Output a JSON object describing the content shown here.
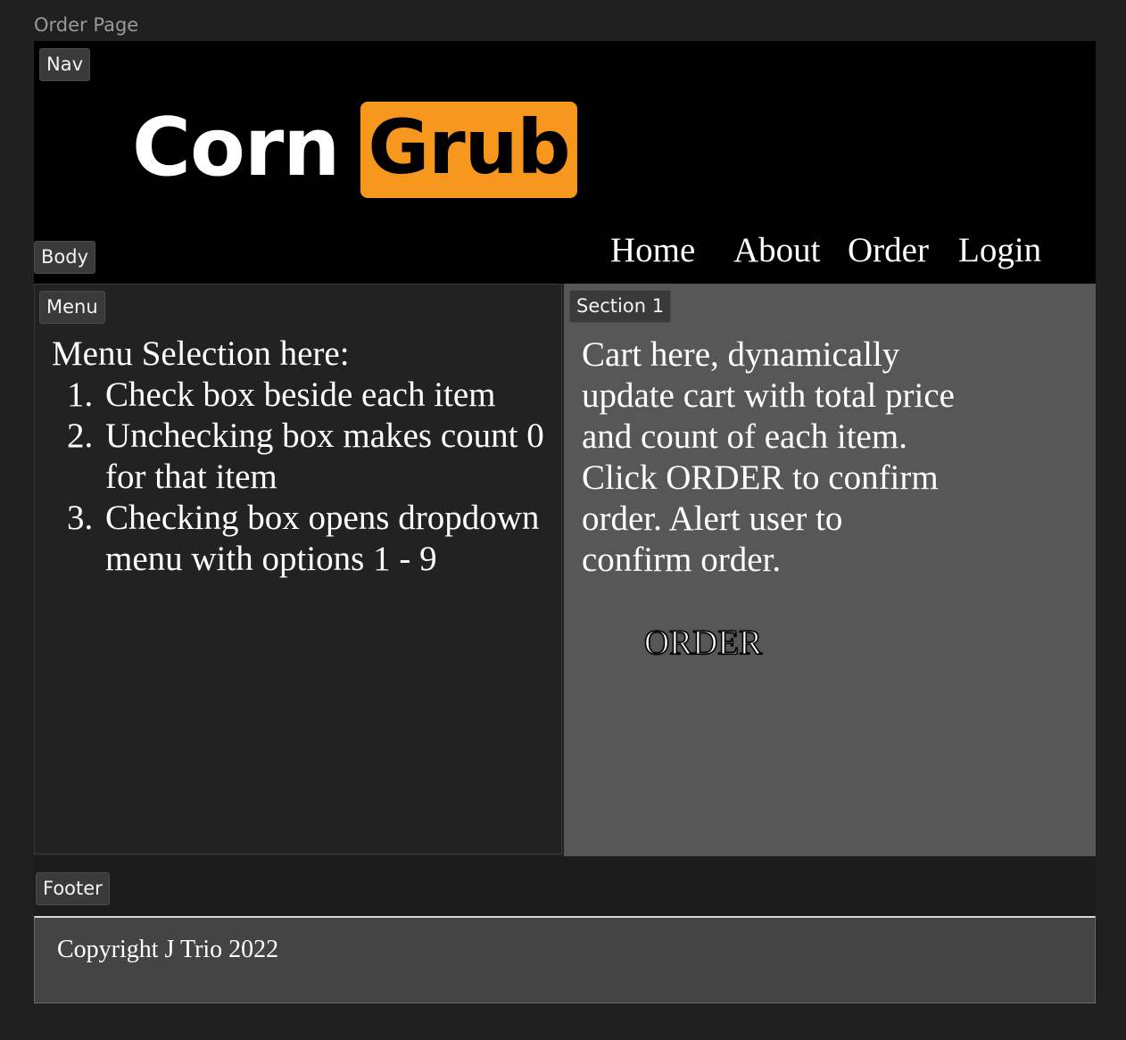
{
  "frame": {
    "title": "Order Page"
  },
  "labels": {
    "nav": "Nav",
    "body": "Body",
    "menu": "Menu",
    "section": "Section 1",
    "footer": "Footer"
  },
  "brand": {
    "word1": "Corn",
    "word2": "Grub",
    "accent_color": "#f7971d"
  },
  "nav_links": [
    "Home",
    "About",
    "Order",
    "Login"
  ],
  "menu": {
    "heading": "Menu Selection here:",
    "items": [
      {
        "num": "1.",
        "text": "Check box beside each item"
      },
      {
        "num": "2.",
        "text": "Unchecking box makes count 0 for that item"
      },
      {
        "num": "3.",
        "text": "Checking box opens dropdown menu with options 1 - 9"
      }
    ]
  },
  "cart": {
    "text": "Cart here, dynamically update cart with total price and count of each item. Click ORDER to confirm order. Alert user to confirm order.",
    "order_label": "ORDER"
  },
  "footer": {
    "copyright": "Copyright J Trio 2022"
  },
  "colors": {
    "page_bg": "#202020",
    "nav_bg": "#000000",
    "menu_bg": "#222222",
    "section_bg": "#575757",
    "footer_bg": "#444444"
  }
}
